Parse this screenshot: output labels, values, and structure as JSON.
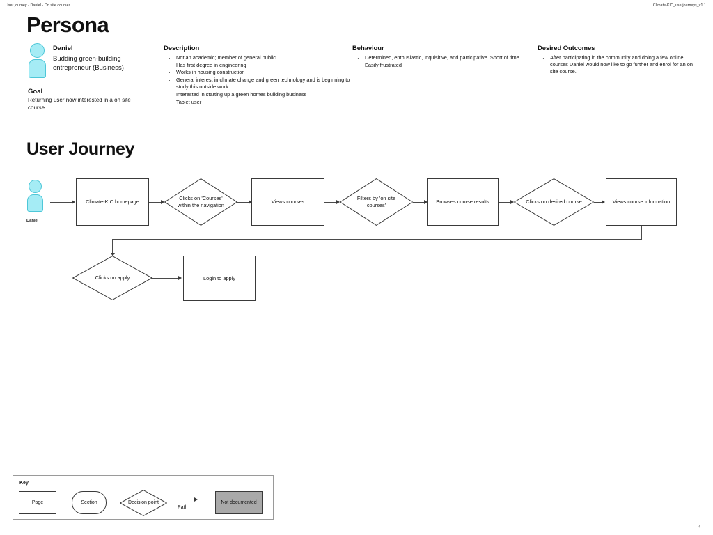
{
  "header": {
    "left": "User journey - Daniel - On site courses",
    "right": "Climate-KIC_userjourneys_v1.1",
    "page_number": "4"
  },
  "persona": {
    "heading": "Persona",
    "avatar_color": "#a5ecf5",
    "name": "Daniel",
    "description": "Budding green-building entrepreneur (Business)",
    "goal_title": "Goal",
    "goal_text": "Returning user now interested in a on site course"
  },
  "columns": {
    "description": {
      "title": "Description",
      "items": [
        "Not an academic; member of general public",
        "Has first degree in engineering",
        "Works in housing construction",
        "General interest in climate change and green technology and is beginning to study this outside work",
        "Interested in starting up a green homes building business",
        "Tablet user"
      ]
    },
    "behaviour": {
      "title": "Behaviour",
      "items": [
        "Determined, enthusiastic, inquisitive, and participative. Short of time",
        "Easily frustrated"
      ]
    },
    "outcomes": {
      "title": "Desired Outcomes",
      "items": [
        "After participating in the community and doing a few online courses Daniel would now like to go further and enrol for an on site course."
      ]
    }
  },
  "journey": {
    "heading": "User Journey",
    "actor_label": "Daniel",
    "nodes": {
      "n1": "Climate-KIC homepage",
      "n2": "Clicks on 'Courses' within the navigation",
      "n3": "Views courses",
      "n4": "Filters by 'on site courses'",
      "n5": "Browses course results",
      "n6": "Clicks on desired course",
      "n7": "Views course information",
      "n8": "Clicks on apply",
      "n9": "Login to apply"
    }
  },
  "key": {
    "title": "Key",
    "page": "Page",
    "section": "Section",
    "decision": "Decision point",
    "path": "Path",
    "not_documented": "Not documented",
    "not_documented_fill": "#a9a9a9"
  }
}
